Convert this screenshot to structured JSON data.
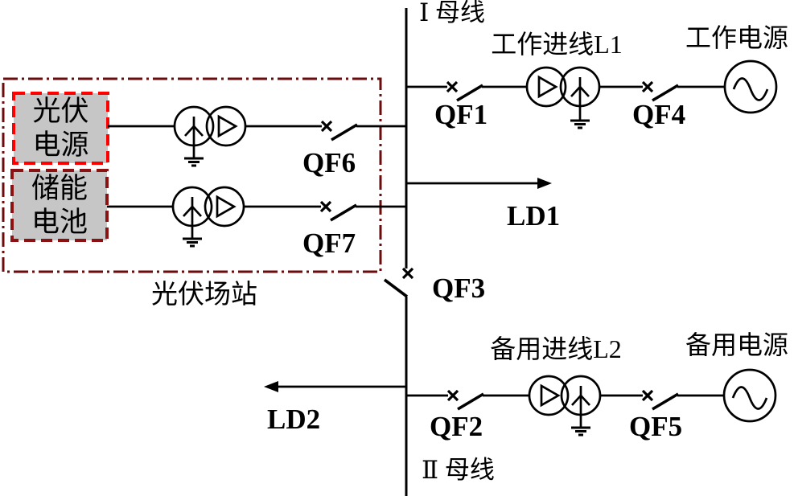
{
  "figure": {
    "description": "Single-line electrical diagram with PV station, storage battery, two buses, breakers and sources"
  },
  "labels": {
    "bus1": "Ⅰ 母线",
    "bus2": "Ⅱ 母线",
    "work_line": "工作进线L1",
    "work_source": "工作电源",
    "backup_line": "备用进线L2",
    "backup_source": "备用电源",
    "pv_station": "光伏场站",
    "pv_source": "光伏\n电源",
    "battery": "储能\n电池",
    "qf1": "QF1",
    "qf2": "QF2",
    "qf3": "QF3",
    "qf4": "QF4",
    "qf5": "QF5",
    "qf6": "QF6",
    "qf7": "QF7",
    "ld1": "LD1",
    "ld2": "LD2"
  },
  "colors": {
    "line": "#000000",
    "outer_box_border": "#6b0b0b",
    "pv_box_border": "#ff0000",
    "battery_box_border": "#8b1212",
    "box_fill": "#c6c6c6",
    "background": "#ffffff",
    "text": "#000000"
  }
}
